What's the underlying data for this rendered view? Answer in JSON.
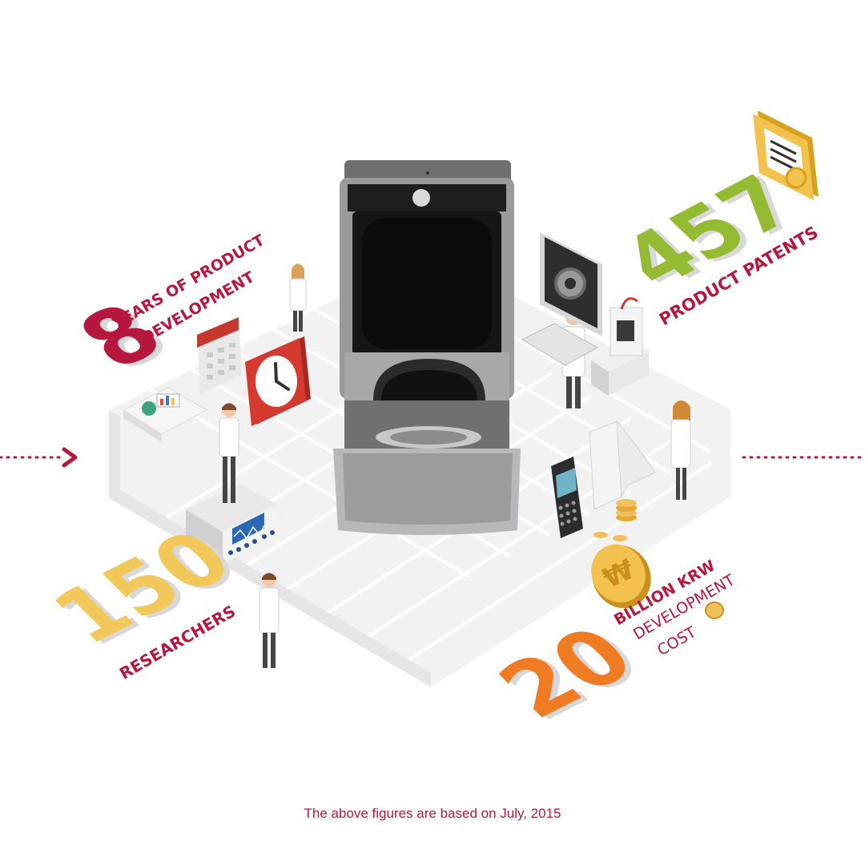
{
  "colors": {
    "crimson": "#b5173e",
    "green": "#94bb31",
    "yellow": "#f2c85b",
    "orange": "#ef7b22",
    "floor": "#f2f2f2",
    "grid": "#ffffff"
  },
  "stats": {
    "years": {
      "number": "8",
      "line1": "YEARS OF PRODUCT",
      "line2": "DEVELOPMENT"
    },
    "patents": {
      "number": "457",
      "line1": "PRODUCT PATENTS"
    },
    "researchers": {
      "number": "150",
      "line1": "RESEARCHERS"
    },
    "cost": {
      "number": "20",
      "line1": "BILLION KRW",
      "line2": "DEVELOPMENT",
      "line3": "COST"
    }
  },
  "icons": [
    "calendar-icon",
    "clock-icon",
    "document-chart-icon",
    "oscilloscope-icon",
    "monitor-icon",
    "printer-3d-icon",
    "calculator-icon",
    "won-coin-icon",
    "certificate-icon",
    "researcher-icon"
  ],
  "footnote": "The above figures are based on July, 2015"
}
